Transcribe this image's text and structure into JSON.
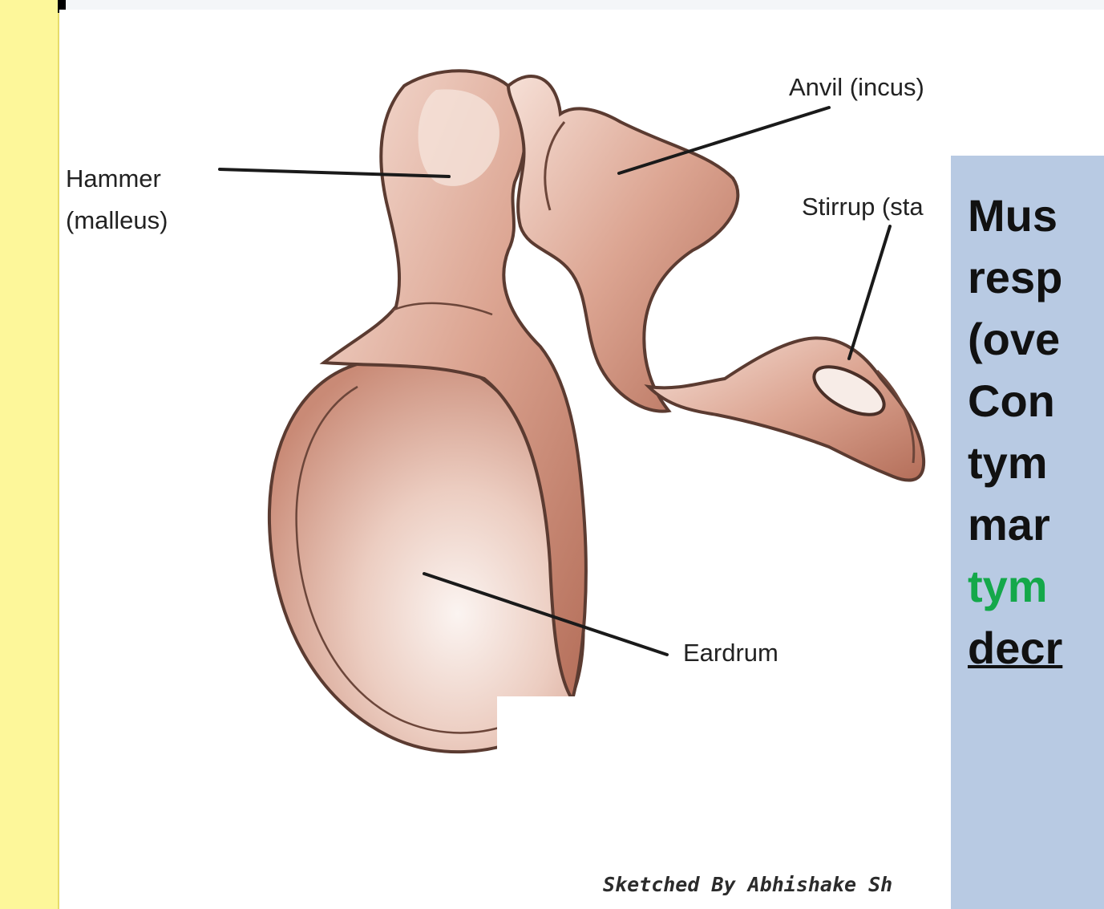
{
  "diagram": {
    "labels": {
      "hammer": "Hammer",
      "malleus": "(malleus)",
      "anvil": "Anvil (incus)",
      "stirrup": "Stirrup (sta",
      "eardrum": "Eardrum"
    },
    "credit": "Sketched By Abhishake Sh",
    "colors": {
      "bone_fill": "#e9c2b2",
      "bone_shade": "#b9735f",
      "bone_outline": "#5b3b31",
      "leader_line": "#1a1a1a"
    }
  },
  "note": {
    "lines": [
      "Mus",
      "resp",
      "(ove",
      "Con",
      "tym",
      "mar",
      "tym",
      "decr"
    ],
    "colors": {
      "panel": "#b8cae3",
      "text": "#111111",
      "highlight": "#14a84a"
    }
  },
  "frame": {
    "left_band_color": "#fdf79a"
  }
}
